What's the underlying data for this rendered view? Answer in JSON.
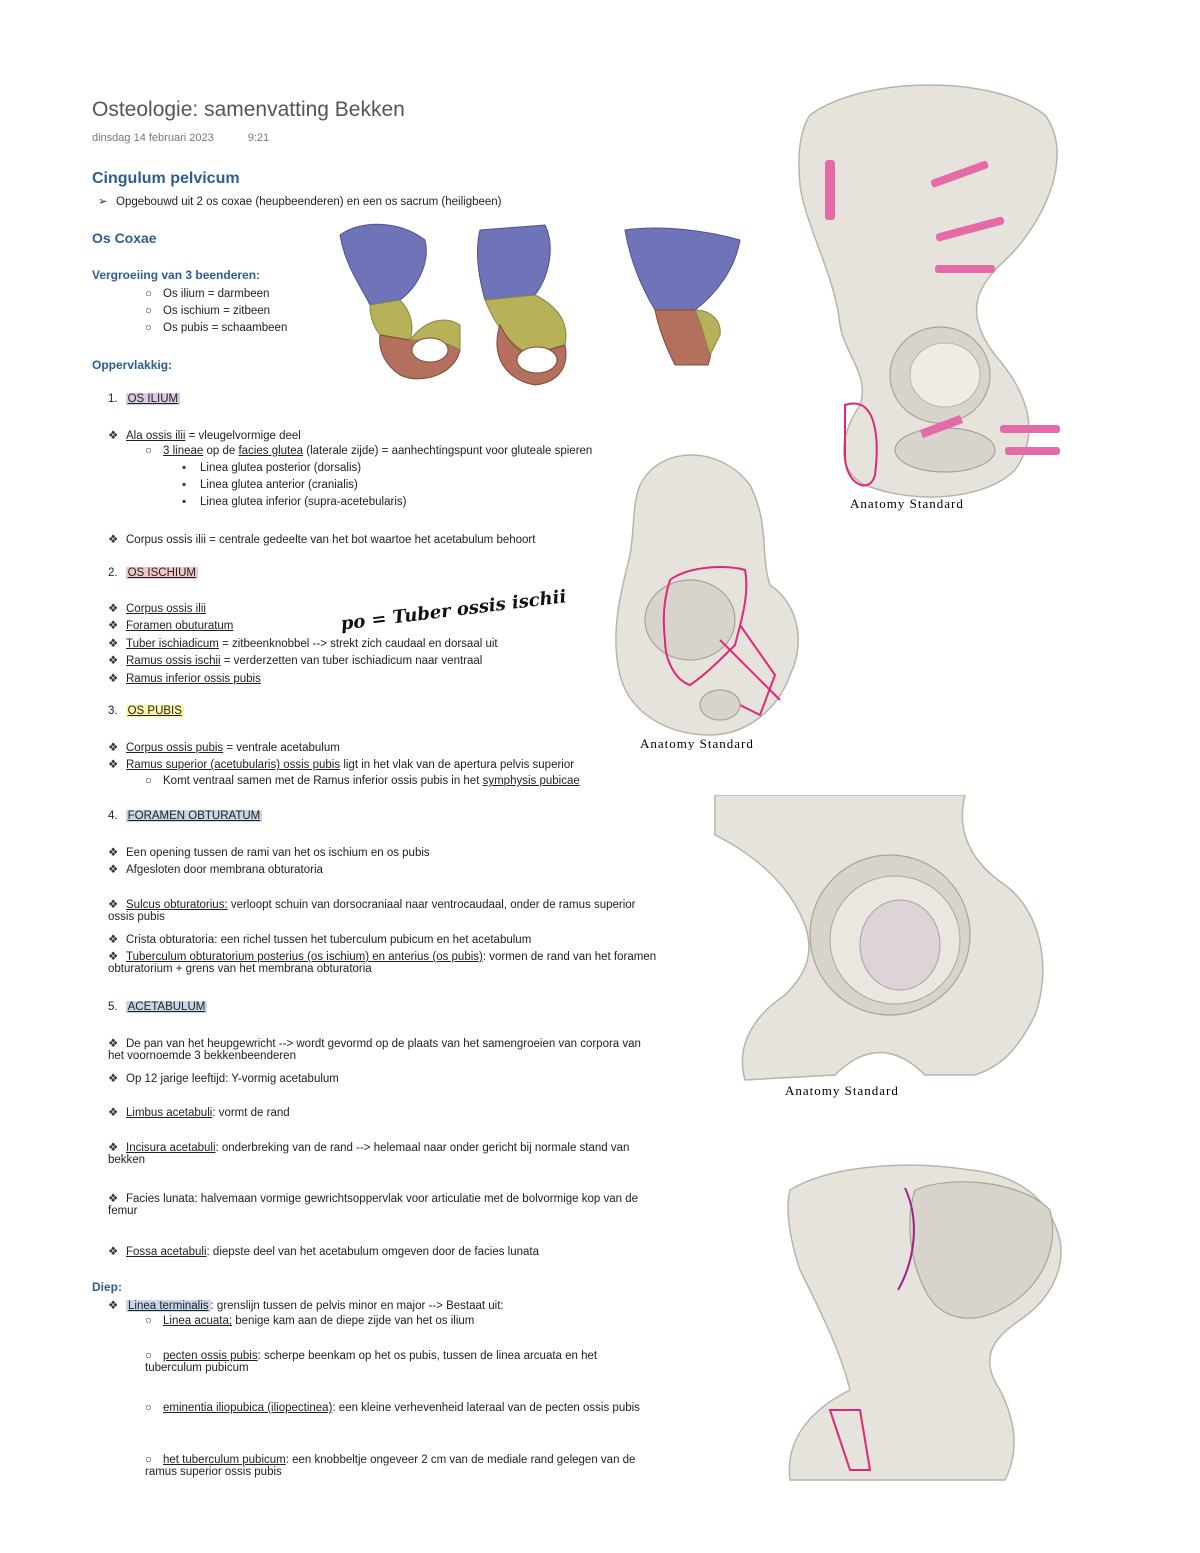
{
  "title": "Osteologie: samenvatting Bekken",
  "date": "dinsdag 14 februari 2023",
  "time": "9:21",
  "h_cingulum": "Cingulum pelvicum",
  "cingulum_item": "Opgebouwd uit 2 os coxae (heupbeenderen) en een os sacrum (heiligbeen)",
  "h_oscoxae": "Os Coxae",
  "h_vergroeiing": "Vergroeiing van 3 beenderen:",
  "vergroeiing": [
    "Os ilium = darmbeen",
    "Os ischium = zitbeen",
    "Os pubis = schaambeen"
  ],
  "h_oppervlakkig": "Oppervlakkig:",
  "sec1": {
    "num": "1.",
    "label": "OS ILIUM"
  },
  "ala_term": "Ala ossis ilii",
  "ala_rest": " = vleugelvormige deel",
  "lineae_a": "3 lineae",
  "lineae_b": " op de ",
  "lineae_c": "facies glutea",
  "lineae_d": " (laterale zijde) = aanhechtingspunt voor gluteale spieren",
  "lineae_list": [
    "Linea glutea posterior (dorsalis)",
    "Linea glutea anterior (cranialis)",
    "Linea glutea inferior (supra-acetebularis)"
  ],
  "corpus_ilii": "Corpus ossis ilii = centrale gedeelte van het bot waartoe het acetabulum behoort",
  "sec2": {
    "num": "2.",
    "label": "OS ISCHIUM"
  },
  "ischium_items": [
    {
      "term": "Corpus ossis ilii",
      "rest": ""
    },
    {
      "term": "Foramen obuturatum",
      "rest": ""
    },
    {
      "term": "Tuber ischiadicum",
      "rest": " = zitbeenknobbel --> strekt zich caudaal en dorsaal uit"
    },
    {
      "term": "Ramus ossis ischii",
      "rest": " = verderzetten van tuber ischiadicum naar ventraal"
    },
    {
      "term": "Ramus inferior ossis pubis",
      "rest": ""
    }
  ],
  "handwriting": "po = Tuber ossis ischii",
  "sec3": {
    "num": "3.",
    "label": "OS PUBIS"
  },
  "pubis_item1_term": "Corpus ossis pubis",
  "pubis_item1_rest": " = ventrale acetabulum",
  "pubis_item2_term": "Ramus superior (acetubularis) ossis pubis",
  "pubis_item2_rest": " ligt in het vlak van de apertura pelvis superior",
  "pubis_sub_a": "Komt ventraal samen met de Ramus inferior ossis pubis in het ",
  "pubis_sub_b": "symphysis pubicae",
  "sec4": {
    "num": "4.",
    "label": "FORAMEN OBTURATUM"
  },
  "obt1": "Een opening tussen de rami van het os ischium en os pubis",
  "obt2": "Afgesloten door membrana obturatoria",
  "obt3_term": "Sulcus obturatorius:",
  "obt3_rest": " verloopt schuin van dorsocraniaal naar ventrocaudaal, onder de ramus superior ossis pubis",
  "obt4": "Crista obturatoria: een richel tussen het tuberculum pubicum en het acetabulum",
  "obt5_term": "Tuberculum obturatorium posterius (os ischium) en anterius (os pubis)",
  "obt5_rest": ": vormen de rand van het foramen obturatorium + grens van het membrana obturatoria",
  "sec5": {
    "num": "5.",
    "label": "ACETABULUM"
  },
  "ace1": "De pan van het heupgewricht --> wordt gevormd op de plaats van het samengroeien van corpora van het voornoemde 3 bekkenbeenderen",
  "ace2": "Op 12 jarige leeftijd: Y-vormig acetabulum",
  "ace3_term": "Limbus acetabuli",
  "ace3_rest": ": vormt de rand",
  "ace4_term": "Incisura acetabuli",
  "ace4_rest": ": onderbreking van de rand --> helemaal naar onder gericht bij normale stand van bekken",
  "ace5": "Facies lunata: halvemaan vormige gewrichtsoppervlak voor articulatie met de bolvormige kop van de femur",
  "ace6_term": "Fossa acetabuli",
  "ace6_rest": ": diepste deel van het acetabulum omgeven door de facies lunata",
  "h_diep": "Diep:",
  "linea_term": "Linea terminalis",
  "linea_rest": ": grenslijn tussen de pelvis minor en major --> Bestaat uit:",
  "diep_items": [
    {
      "term": "Linea acuata;",
      "rest": " benige kam aan de diepe zijde van het os ilium"
    },
    {
      "term": "pecten ossis pubis",
      "rest": ": scherpe beenkam op het os pubis, tussen de linea arcuata en het tuberculum pubicum"
    },
    {
      "term": "eminentia iliopubica (iliopectinea)",
      "rest": ": een kleine verhevenheid lateraal van de pecten ossis pubis"
    },
    {
      "term": "het tuberculum pubicum",
      "rest": ": een knobbeltje ongeveer 2 cm van de mediale rand gelegen van de ramus superior ossis pubis"
    }
  ],
  "credit": "Anatomy Standard",
  "colors": {
    "heading": "#2e5d8e",
    "ilium": "#6f73b8",
    "ischium": "#b7b15a",
    "pubis": "#b3705c",
    "pink": "#e0287a"
  }
}
